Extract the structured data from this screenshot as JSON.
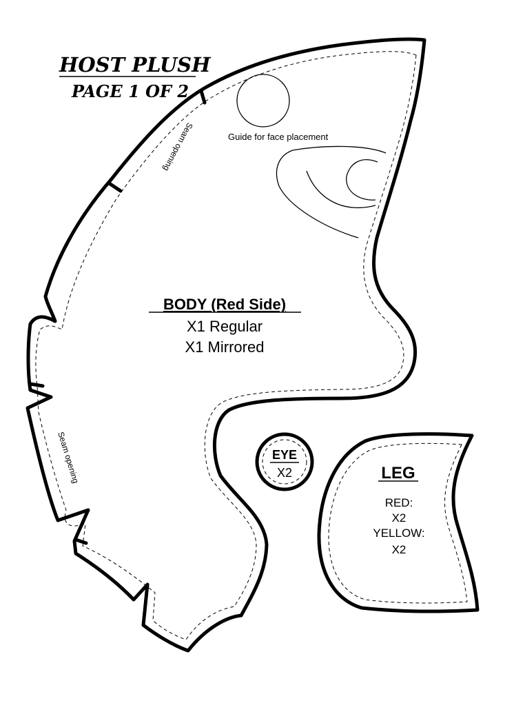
{
  "header": {
    "title": "HOST PLUSH",
    "subtitle": "PAGE 1 OF 2"
  },
  "body_piece": {
    "name": "BODY (Red Side)",
    "line1": "X1 Regular",
    "line2": "X1 Mirrored",
    "guide_text": "Guide for face placement",
    "seam_opening_top": "Seam opening",
    "seam_opening_bottom": "Seam opening"
  },
  "eye_piece": {
    "name": "EYE",
    "count": "X2"
  },
  "leg_piece": {
    "name": "LEG",
    "red_label": "RED:",
    "red_count": "X2",
    "yellow_label": "YELLOW:",
    "yellow_count": "X2"
  }
}
